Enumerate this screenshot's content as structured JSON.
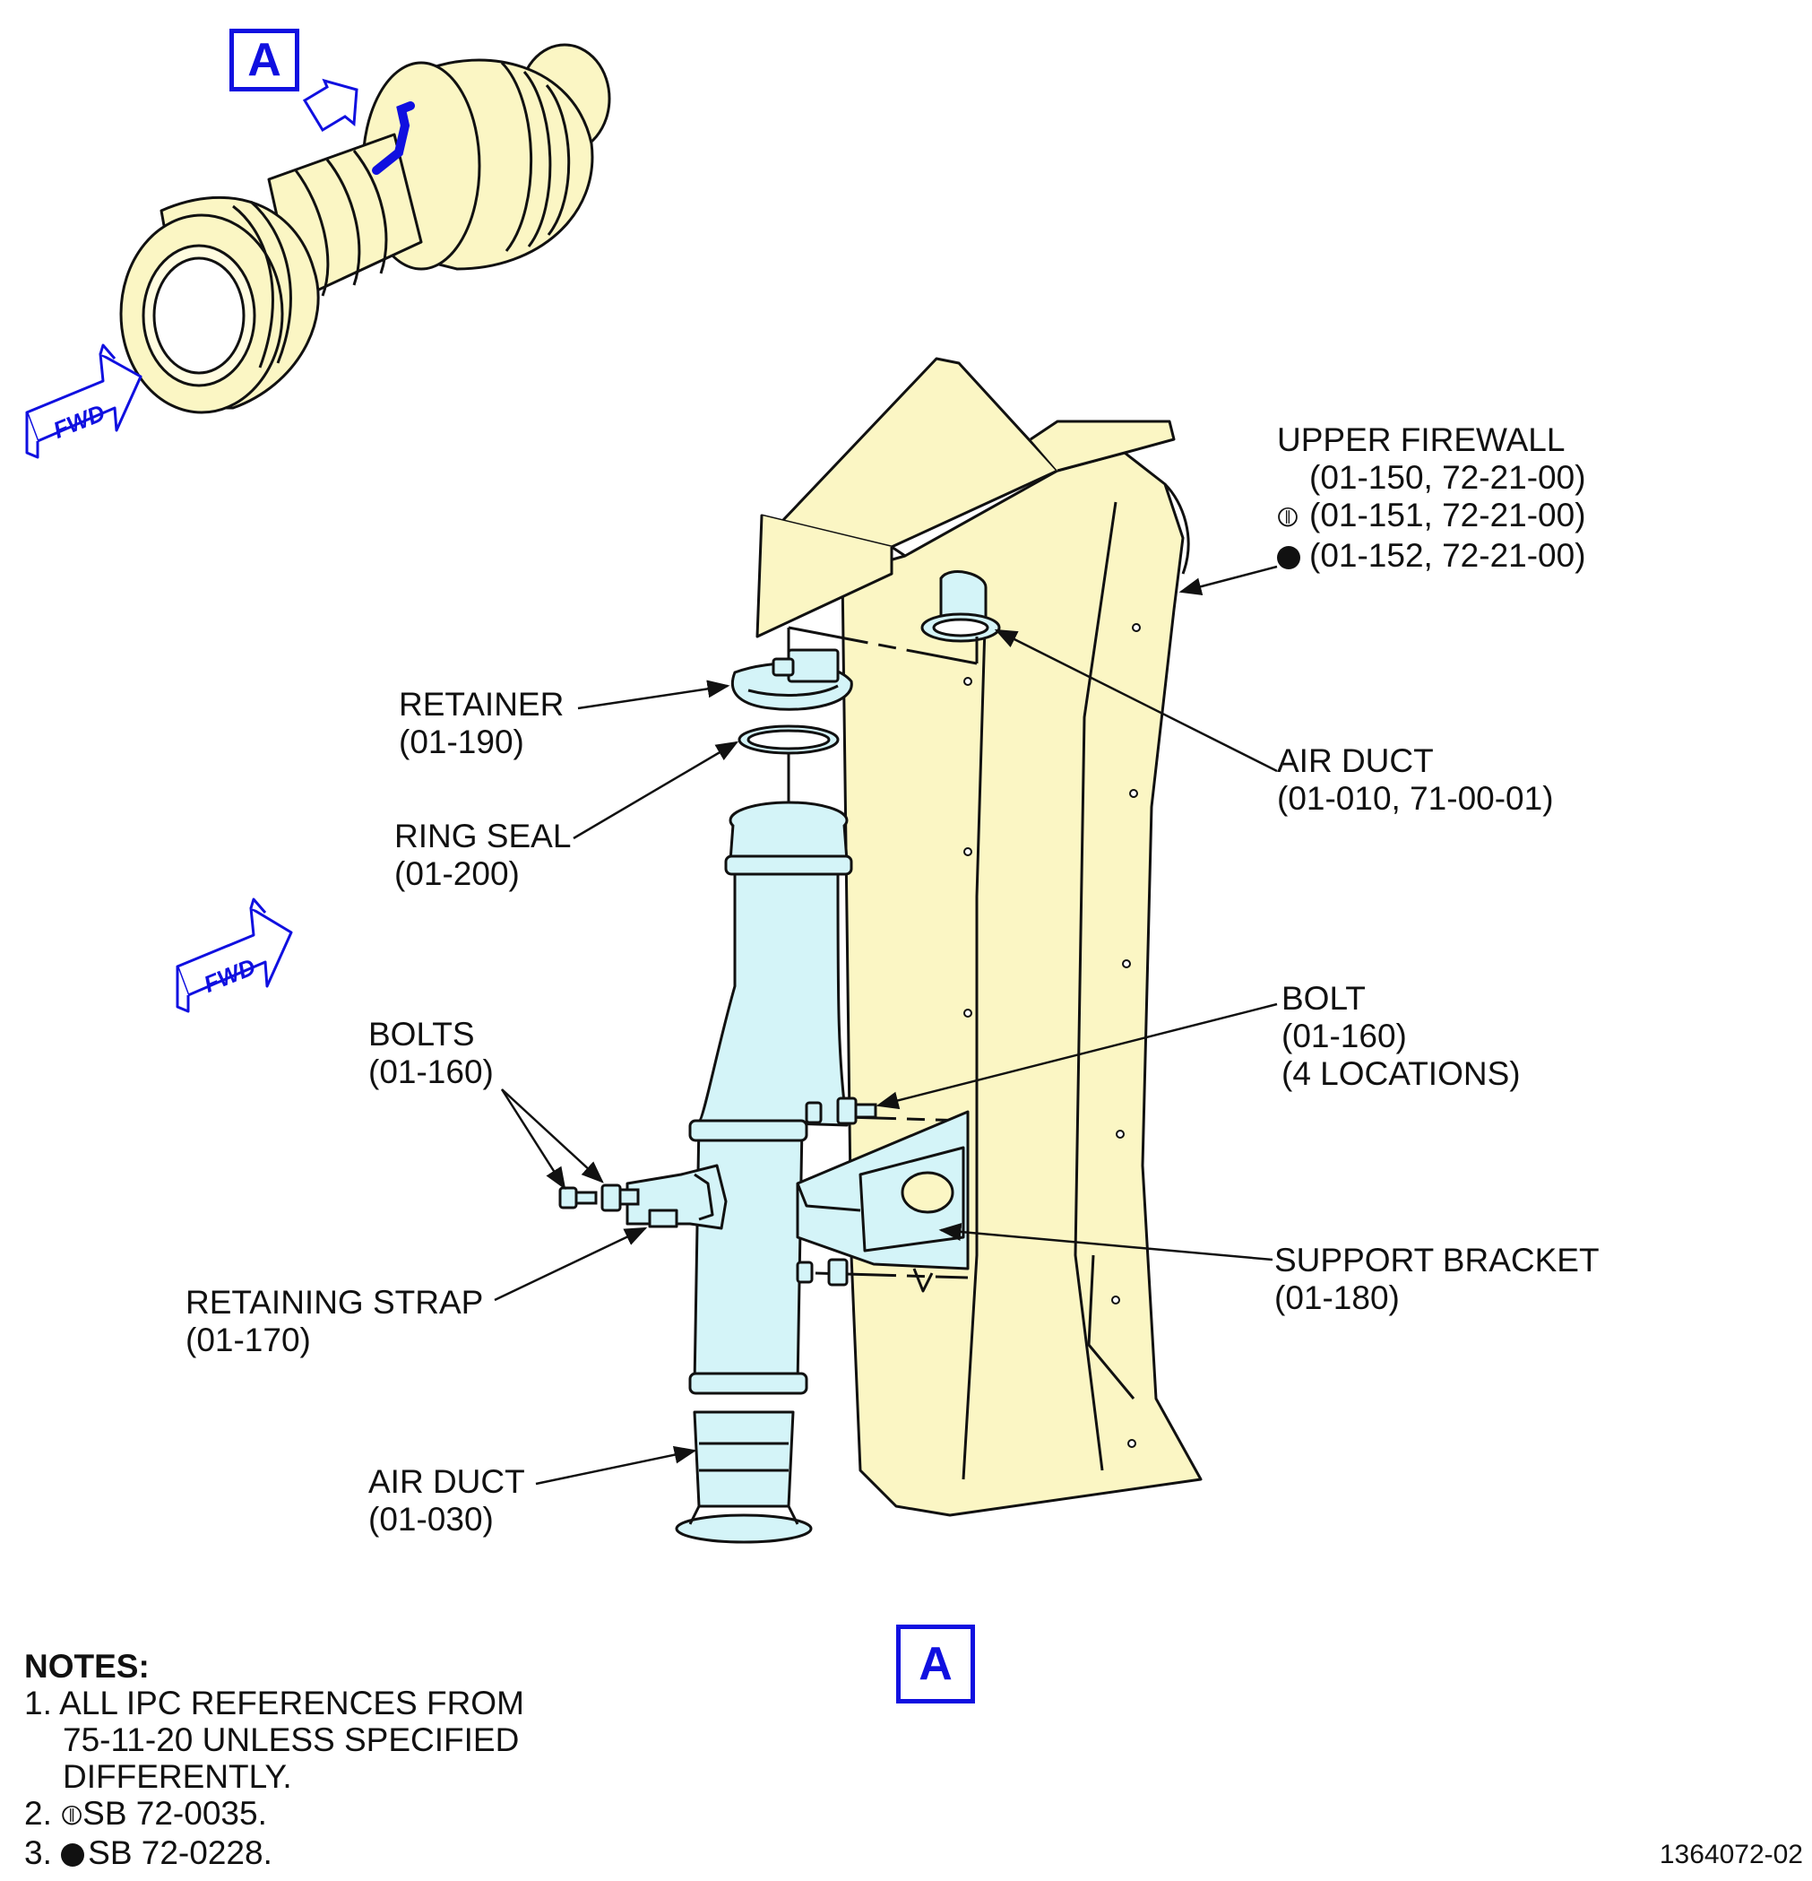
{
  "view_label": "A",
  "fwd_label": "FWD",
  "labels": {
    "upper_firewall": {
      "name": "UPPER FIREWALL",
      "refs": [
        "(01-150, 72-21-00)",
        "(01-151, 72-21-00)",
        "(01-152, 72-21-00)"
      ]
    },
    "air_duct_upper": {
      "name": "AIR DUCT",
      "ref": "(01-010, 71-00-01)"
    },
    "retainer": {
      "name": "RETAINER",
      "ref": "(01-190)"
    },
    "ring_seal": {
      "name": "RING SEAL",
      "ref": "(01-200)"
    },
    "bolts": {
      "name": "BOLTS",
      "ref": "(01-160)"
    },
    "bolt": {
      "name": "BOLT",
      "ref": "(01-160)",
      "note": "(4 LOCATIONS)"
    },
    "support_bracket": {
      "name": "SUPPORT BRACKET",
      "ref": "(01-180)"
    },
    "retaining_strap": {
      "name": "RETAINING STRAP",
      "ref": "(01-170)"
    },
    "air_duct_lower": {
      "name": "AIR DUCT",
      "ref": "(01-030)"
    }
  },
  "notes": {
    "title": "NOTES:",
    "items": [
      {
        "num": "1.",
        "lines": [
          "ALL IPC REFERENCES FROM",
          "75-11-20 UNLESS SPECIFIED",
          "DIFFERENTLY."
        ]
      },
      {
        "num": "2.",
        "text": "SB 72-0035."
      },
      {
        "num": "3.",
        "text": "SB 72-0228."
      }
    ]
  },
  "drawing_id": "1364072-02",
  "colors": {
    "engine_fill": "#fbf6c4",
    "duct_fill": "#d4f4f8",
    "callout_blue": "#1010e0",
    "line": "#111111"
  }
}
